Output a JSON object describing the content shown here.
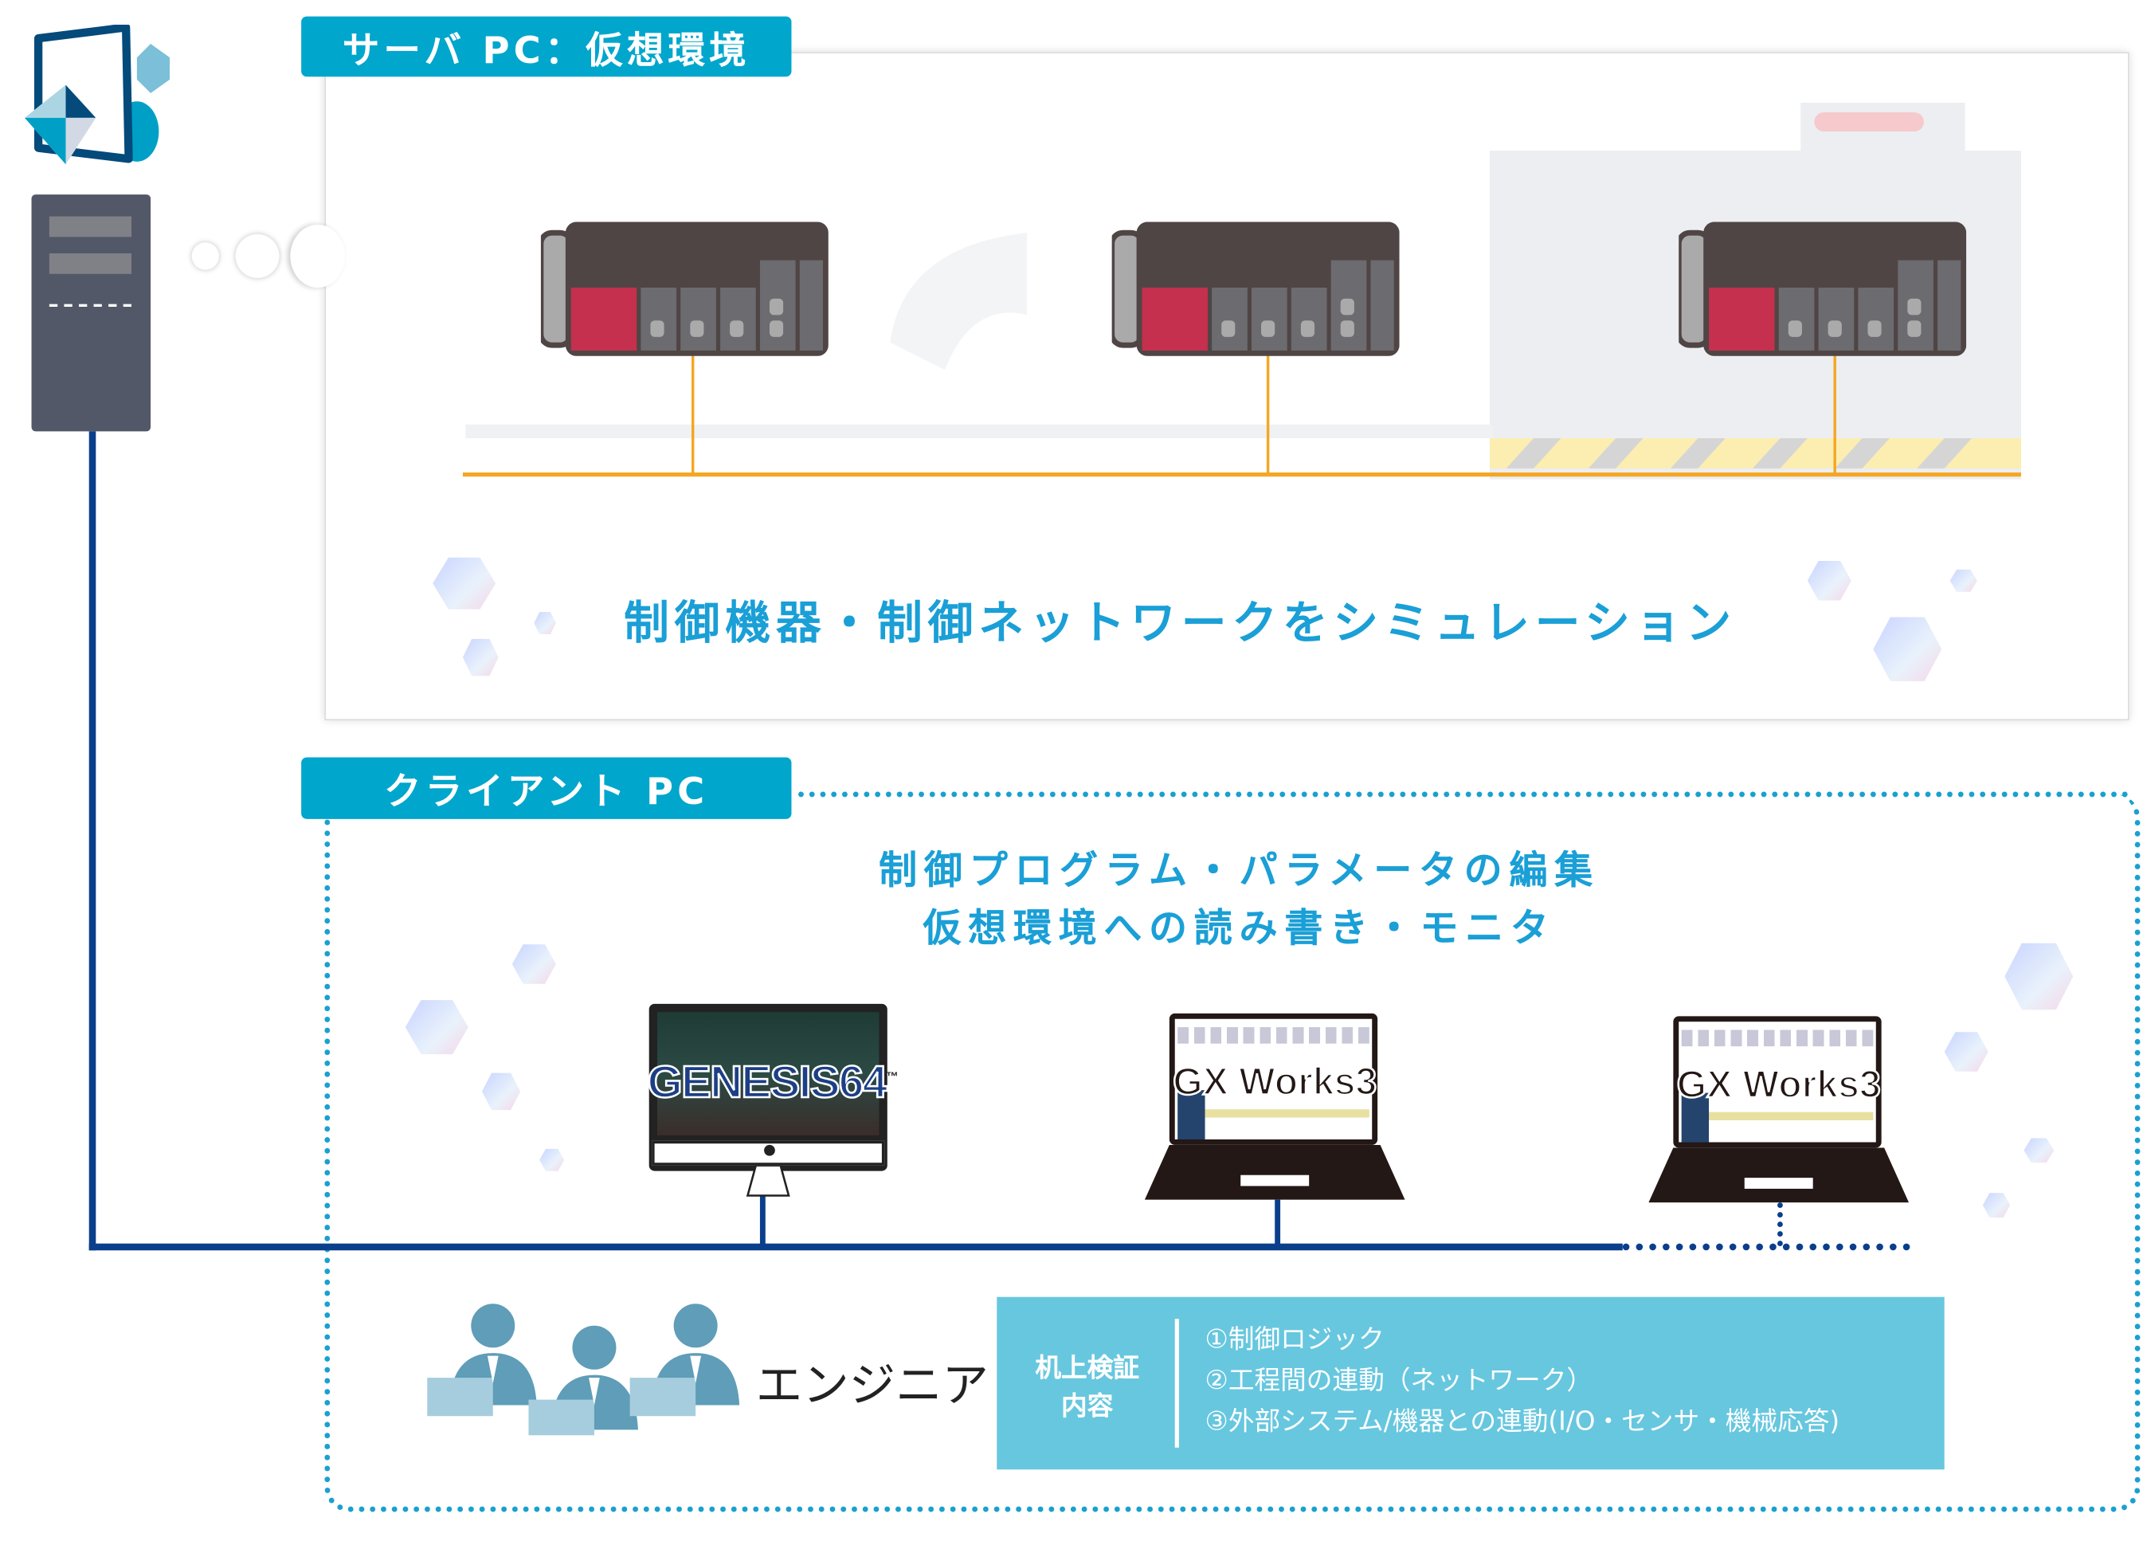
{
  "server": {
    "label": "サーバ PC：仮想環境",
    "simulation_text": "制御機器・制御ネットワークをシミュレーション"
  },
  "client": {
    "label": "クライアント PC",
    "line1": "制御プログラム・パラメータの編集",
    "line2": "仮想環境への読み書き・モニタ",
    "devices": [
      {
        "type": "monitor",
        "software": "GENESIS64",
        "tm": "™"
      },
      {
        "type": "laptop",
        "software": "GX Works3"
      },
      {
        "type": "laptop",
        "software": "GX Works3"
      }
    ],
    "engineers_label": "エンジニア"
  },
  "verification": {
    "label_line1": "机上検証",
    "label_line2": "内容",
    "items": [
      "①制御ロジック",
      "②工程間の連動（ネットワーク）",
      "③外部システム/機器との連動(I/O・センサ・機械応答)"
    ]
  },
  "colors": {
    "accent": "#00a6cc",
    "network": "#0b3f8c",
    "info_bg": "#67c7df",
    "plc_red": "#c4304d",
    "ethernet": "#f5a623"
  }
}
